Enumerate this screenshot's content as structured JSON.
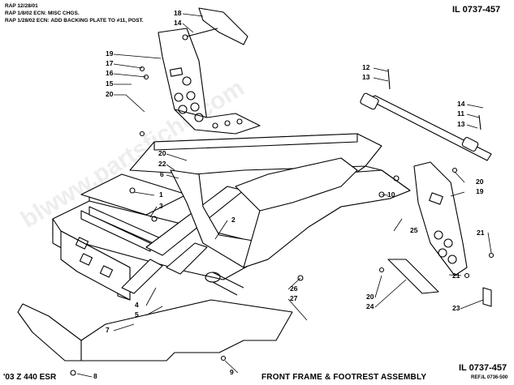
{
  "header": {
    "revisions": [
      "RAP 12/28/01",
      "RAP 1/8/02 ECN: MISC CHGS.",
      "RAP 1/28/02 ECN: ADD BACKING PLATE TO #11, POST."
    ],
    "illustration_id": "IL 0737-457"
  },
  "footer": {
    "model": "'03 Z 440 ESR",
    "title": "FRONT FRAME & FOOTREST ASSEMBLY",
    "illustration_id": "IL 0737-457",
    "ref": "REF.IL 0736-500"
  },
  "watermark": "blwww.partsfiche.com",
  "callouts": {
    "c18": "18",
    "c14a": "14",
    "c19a": "19",
    "c17": "17",
    "c16": "16",
    "c15": "15",
    "c20a": "20",
    "c12": "12",
    "c13a": "13",
    "c14b": "14",
    "c11": "11",
    "c13b": "13",
    "c20b": "20",
    "c22": "22",
    "c6": "6",
    "c1": "1",
    "c3": "3",
    "c2": "2",
    "c10": "10",
    "c20c": "20",
    "c19b": "19",
    "c25": "25",
    "c21a": "21",
    "c21b": "21",
    "c20d": "20",
    "c24": "24",
    "c23": "23",
    "c4": "4",
    "c5": "5",
    "c26": "26",
    "c27": "27",
    "c7": "7",
    "c8": "8",
    "c9": "9"
  }
}
